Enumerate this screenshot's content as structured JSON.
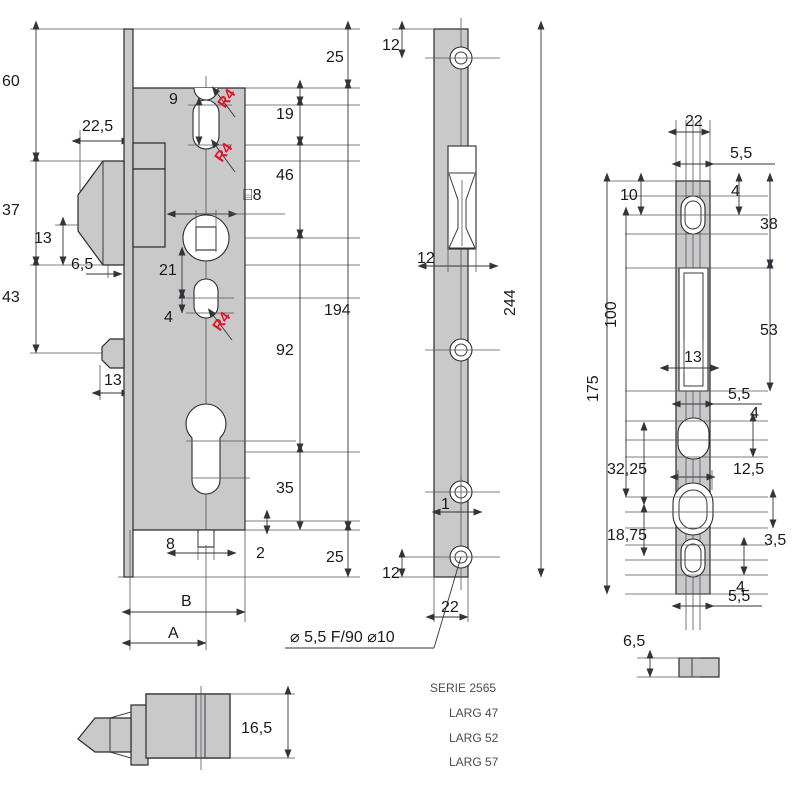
{
  "drawing": {
    "title_block": {
      "series_label": "SERIE 2565",
      "variants": [
        "LARG 47",
        "LARG 52",
        "LARG 57"
      ]
    },
    "notes": {
      "hole_note": "⌀ 5,5   F/90   ⌀10"
    },
    "views": {
      "front": {
        "name": "front-view-lock-body",
        "left_dims": [
          "60",
          "37",
          "43"
        ],
        "left_detail_dims": [
          "22,5",
          "13",
          "6,5",
          "13"
        ],
        "right_dims": [
          "25",
          "19",
          "46",
          "92",
          "35",
          "25"
        ],
        "overall_dim": "194",
        "inner_dims": [
          "9",
          "21",
          "4",
          "8",
          "2"
        ],
        "square_spindle": "⌸8",
        "radius_labels": [
          "R4",
          "R4",
          "R4"
        ],
        "backset_labels": [
          "A",
          "B"
        ]
      },
      "side": {
        "name": "side-view-faceplate",
        "dims": [
          "12",
          "12",
          "1",
          "12",
          "22"
        ],
        "overall_dim": "244"
      },
      "strike": {
        "name": "strike-plate-view",
        "top_dims": [
          "22",
          "5,5"
        ],
        "left_dims": [
          "10",
          "100",
          "175",
          "32,25",
          "18,75"
        ],
        "right_dims": [
          "4",
          "38",
          "53",
          "12,5",
          "3,5",
          "4"
        ],
        "inner_dims": [
          "13",
          "5,5",
          "5,5",
          "5,5"
        ],
        "thickness_dim": "6,5"
      },
      "bolt": {
        "name": "latch-bolt-detail-view",
        "dim": "16,5"
      }
    }
  }
}
